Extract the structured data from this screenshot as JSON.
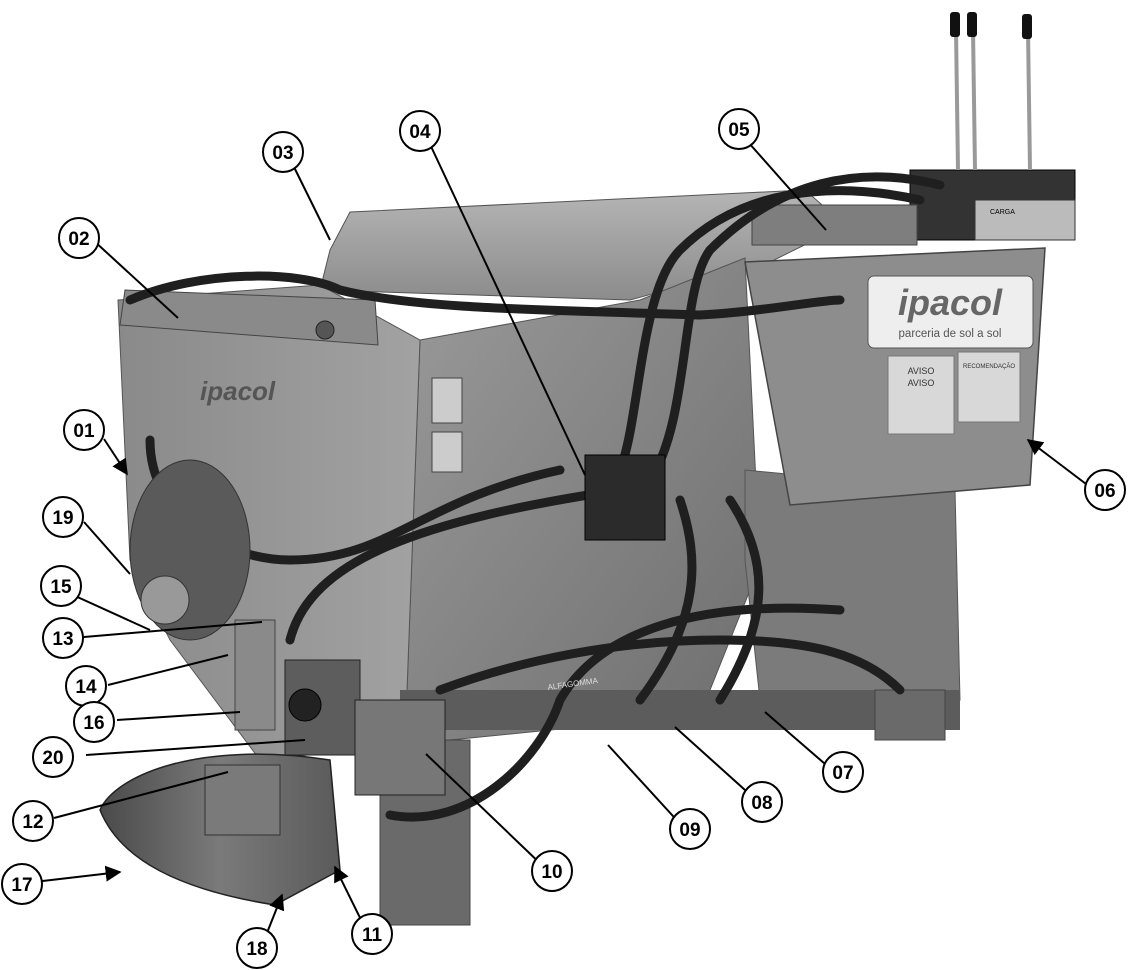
{
  "machine": {
    "brand_main": "ipacol",
    "brand_tagline": "parceria de sol a sol",
    "brand_side": "ipacol",
    "warning_1": "AVISO",
    "warning_2": "AVISO",
    "warning_right": "RECOMENDAÇÃO",
    "hose_text": "ALFAGOMMA",
    "valve_label": "CARGA"
  },
  "callouts": [
    {
      "id": "01",
      "label": "01"
    },
    {
      "id": "02",
      "label": "02"
    },
    {
      "id": "03",
      "label": "03"
    },
    {
      "id": "04",
      "label": "04"
    },
    {
      "id": "05",
      "label": "05"
    },
    {
      "id": "06",
      "label": "06"
    },
    {
      "id": "07",
      "label": "07"
    },
    {
      "id": "08",
      "label": "08"
    },
    {
      "id": "09",
      "label": "09"
    },
    {
      "id": "10",
      "label": "10"
    },
    {
      "id": "11",
      "label": "11"
    },
    {
      "id": "12",
      "label": "12"
    },
    {
      "id": "13",
      "label": "13"
    },
    {
      "id": "14",
      "label": "14"
    },
    {
      "id": "15",
      "label": "15"
    },
    {
      "id": "16",
      "label": "16"
    },
    {
      "id": "17",
      "label": "17"
    },
    {
      "id": "18",
      "label": "18"
    },
    {
      "id": "19",
      "label": "19"
    },
    {
      "id": "20",
      "label": "20"
    }
  ]
}
